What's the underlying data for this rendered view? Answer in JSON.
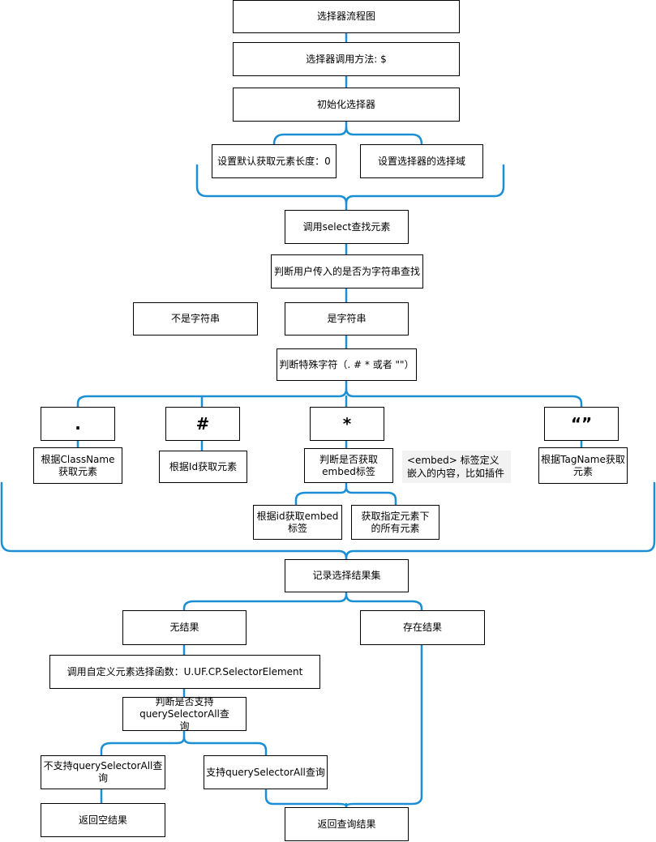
{
  "nodes": {
    "title": "选择器流程图",
    "invoke": "选择器调用方法: $",
    "init": "初始化选择器",
    "default_length": "设置默认获取元素长度：0",
    "set_scope": "设置选择器的选择域",
    "call_select": "调用select查找元素",
    "check_string": "判断用户传入的是否为字符串查找",
    "not_string": "不是字符串",
    "is_string": "是字符串",
    "check_special": "判断特殊字符（. # * 或者 \"\"）",
    "dot_symbol": ".",
    "hash_symbol": "#",
    "star_symbol": "*",
    "quote_symbol": "“”",
    "by_classname": "根据ClassName获取元素",
    "by_id": "根据Id获取元素",
    "check_embed": "判断是否获取embed标签",
    "by_tagname": "根据TagName获取元素",
    "embed_by_id": "根据id获取embed标签",
    "all_children": "获取指定元素下的所有元素",
    "record_results": "记录选择结果集",
    "no_result": "无结果",
    "has_result": "存在结果",
    "custom_selector": "调用自定义元素选择函数：U.UF.CP.SelectorElement",
    "check_qsa": "判断是否支持querySelectorAll查询",
    "no_qsa": "不支持querySelectorAll查询",
    "yes_qsa": "支持querySelectorAll查询",
    "return_empty": "返回空结果",
    "return_query": "返回查询结果"
  },
  "note": {
    "embed_note": "<embed> 标签定义嵌入的内容，比如插件"
  },
  "colors": {
    "connector": "#1a8fd4",
    "note_bg": "#f2f2f2"
  }
}
